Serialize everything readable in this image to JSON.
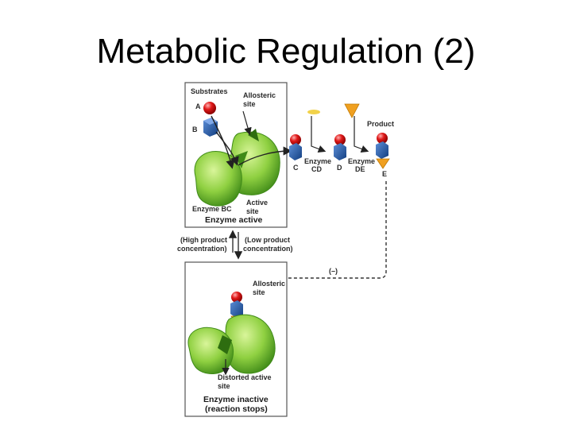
{
  "slide": {
    "title": "Metabolic Regulation (2)"
  },
  "labels": {
    "substrates": "Substrates",
    "a": "A",
    "b": "B",
    "allosteric": "Allosteric",
    "site": "site",
    "active": "Active",
    "enzyme_bc": "Enzyme BC",
    "enzyme_active": "Enzyme active",
    "product": "Product",
    "c": "C",
    "d": "D",
    "e": "E",
    "enzyme": "Enzyme",
    "cd": "CD",
    "de": "DE",
    "high_product": "(High product",
    "low_product": "(Low product",
    "concentration_close": "concentration)",
    "feedback": "(–)",
    "distorted_active": "Distorted active",
    "enzyme_inactive": "Enzyme inactive",
    "reaction_stops": "(reaction stops)"
  },
  "colors": {
    "enzyme_green": "#7ec83a",
    "enzyme_dark": "#3f8a18",
    "substrate_a_red": "#e01a1a",
    "substrate_b_blue": "#1f56a8",
    "product_orange": "#f0a020",
    "panel_border": "#555555"
  }
}
